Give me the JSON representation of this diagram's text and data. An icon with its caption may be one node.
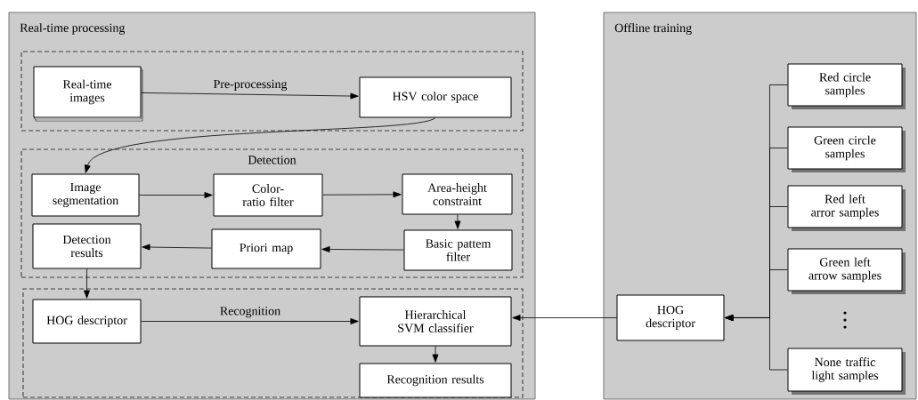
{
  "diagram": {
    "nodes": [
      {
        "text": [
          "Real-time processing"
        ]
      },
      {
        "text": [],
        "shape": "box",
        "in": 0
      },
      {
        "text": [
          "Real-time images"
        ],
        "in": 1
      },
      {
        "text": [
          "HSV color space"
        ],
        "in": 1
      },
      {
        "text": [
          "Detection"
        ],
        "in": 0
      },
      {
        "text": [
          "Image segmentation"
        ],
        "in": 4
      },
      {
        "text": [
          "Color-ratio filter"
        ],
        "in": 4
      },
      {
        "text": [
          "Area-height constraint"
        ],
        "in": 4
      },
      {
        "text": [
          "Detection results"
        ],
        "in": 4
      },
      {
        "text": [
          "Priori map"
        ],
        "in": 4
      },
      {
        "text": [
          "Basic pattem filter"
        ],
        "in": 4
      },
      {
        "text": [],
        "shape": "box",
        "in": 0
      },
      {
        "text": [
          "HOG descriptor"
        ],
        "in": 11
      },
      {
        "text": [
          "Hierarchical SVM classifier"
        ],
        "in": 11
      },
      {
        "text": [
          "Recognition results"
        ],
        "in": 11
      },
      {
        "text": [
          "Offline training"
        ]
      },
      {
        "text": [
          "Red circle samples"
        ],
        "in": 15
      },
      {
        "text": [
          "Green circle samples"
        ],
        "in": 15
      },
      {
        "text": [
          "Red left arror samples"
        ],
        "in": 15
      },
      {
        "text": [
          "Green left arrow samples"
        ],
        "in": 15
      },
      {
        "text": [
          "HOG descriptor"
        ],
        "in": 15
      },
      {
        "text": [
          "None traffic light samples"
        ],
        "in": 15
      }
    ],
    "edges": [
      {
        "from": 2,
        "to": 3,
        "arrow": "to",
        "label": "Pre-processing"
      },
      {
        "from": 3,
        "to": 5,
        "arrow": "to"
      },
      {
        "from": 5,
        "to": 6,
        "arrow": "to"
      },
      {
        "from": 6,
        "to": 7,
        "arrow": "to"
      },
      {
        "from": 7,
        "to": 10,
        "arrow": "to"
      },
      {
        "from": 10,
        "to": 9,
        "arrow": "to"
      },
      {
        "from": 9,
        "to": 8,
        "arrow": "to"
      },
      {
        "from": 8,
        "to": 12,
        "arrow": "to"
      },
      {
        "from": 12,
        "to": 13,
        "arrow": "to",
        "label": "Recognition"
      },
      {
        "from": 13,
        "to": 14,
        "arrow": "to"
      },
      {
        "from": 20,
        "to": 13,
        "arrow": "to"
      },
      {
        "from": 16,
        "to": 20,
        "arrow": "to"
      },
      {
        "from": 17,
        "to": 20,
        "arrow": "to"
      },
      {
        "from": 18,
        "to": 20,
        "arrow": "to"
      },
      {
        "from": 19,
        "to": 20,
        "arrow": "to"
      },
      {
        "from": 21,
        "to": 20,
        "arrow": "to"
      }
    ]
  }
}
